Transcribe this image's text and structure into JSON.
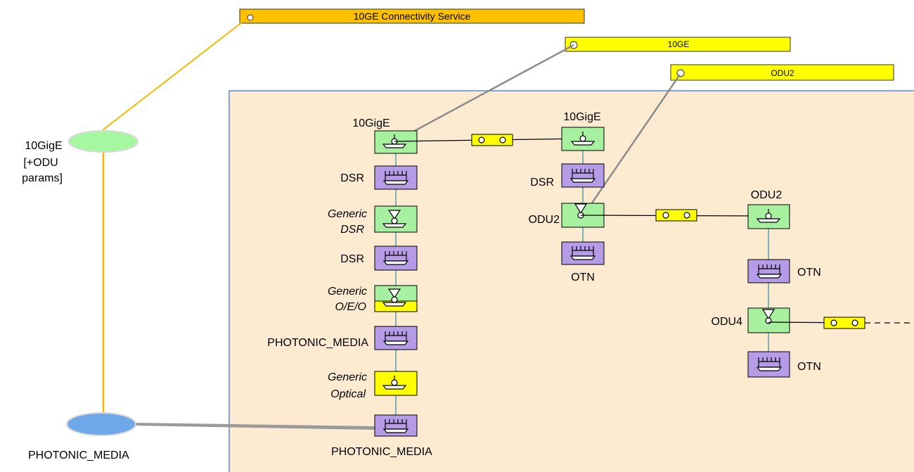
{
  "banners": {
    "service": "10GE Connectivity Service",
    "ge": "10GE",
    "odu2": "ODU2"
  },
  "left": {
    "top_node": [
      "10GigE",
      "[+ODU",
      "params]"
    ],
    "bottom_node": "PHOTONIC_MEDIA"
  },
  "col1": {
    "top": "10GigE",
    "dsr1": "DSR",
    "generic_dsr": [
      "Generic",
      "DSR"
    ],
    "dsr2": "DSR",
    "generic_oeo": [
      "Generic",
      "O/E/O"
    ],
    "photonic1": "PHOTONIC_MEDIA",
    "generic_optical": [
      "Generic",
      "Optical"
    ],
    "photonic2": "PHOTONIC_MEDIA"
  },
  "col2": {
    "top": "10GigE",
    "dsr": "DSR",
    "odu2": "ODU2",
    "otn": "OTN"
  },
  "col3": {
    "odu2": "ODU2",
    "otn1": "OTN",
    "odu4": "ODU4",
    "otn2": "OTN"
  },
  "colors": {
    "service_banner": "#FFC000",
    "banner": "#FFFF00",
    "domain": "#FCEBD0",
    "green_box": "#A6F0A0",
    "purple_box": "#B69CE6",
    "yellow_box": "#FFFF00",
    "ellipse_green": "#A6F8A0",
    "ellipse_blue": "#6FA8E8",
    "link_orange": "#F5B800"
  }
}
